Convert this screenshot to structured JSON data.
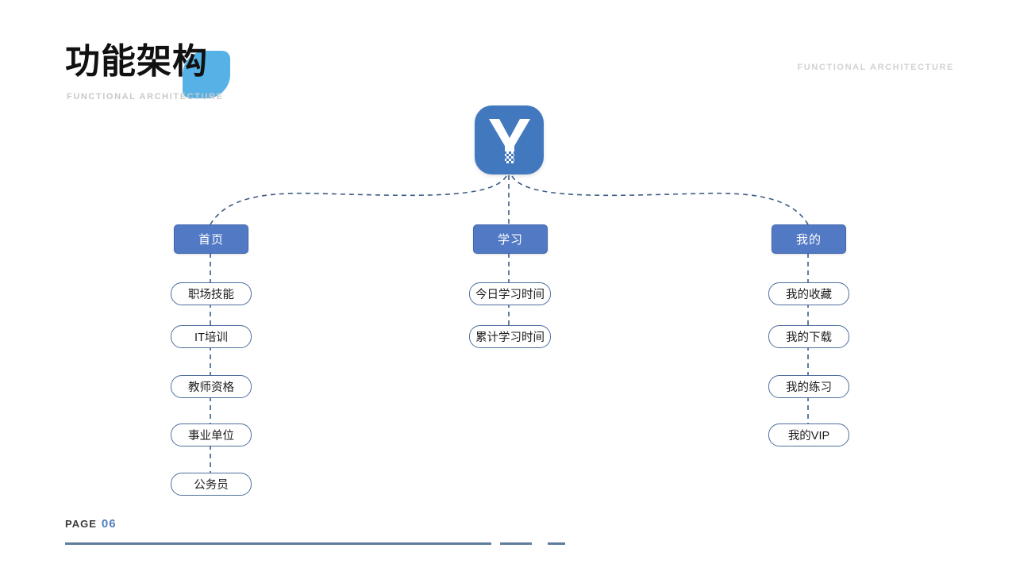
{
  "header": {
    "title": "功能架构",
    "subtitle": "FUNCTIONAL ARCHITECTURE",
    "right_label": "FUNCTIONAL ARCHITECTURE",
    "badge_icon": "diamond-badge-shape",
    "accent_color": "#56b2e6"
  },
  "root": {
    "icon_name": "app-logo-y-icon",
    "letter": "Y",
    "background_color": "#4278be"
  },
  "branches": [
    {
      "id": "home",
      "label": "首页",
      "children": [
        {
          "label": "职场技能"
        },
        {
          "label": "IT培训"
        },
        {
          "label": "教师资格"
        },
        {
          "label": "事业单位"
        },
        {
          "label": "公务员"
        }
      ]
    },
    {
      "id": "study",
      "label": "学习",
      "children": [
        {
          "label": "今日学习时间"
        },
        {
          "label": "累计学习时间"
        }
      ]
    },
    {
      "id": "mine",
      "label": "我的",
      "children": [
        {
          "label": "我的收藏"
        },
        {
          "label": "我的下载"
        },
        {
          "label": "我的练习"
        },
        {
          "label": "我的VIP"
        }
      ]
    }
  ],
  "footer": {
    "page_label": "PAGE",
    "page_number": "06",
    "rule_color": "#5f7c9b"
  },
  "theme": {
    "node_blue": "#5179c4",
    "pill_border": "#4f6f9e",
    "connector": "#3d5c86",
    "muted_text": "#d2d2d2"
  }
}
